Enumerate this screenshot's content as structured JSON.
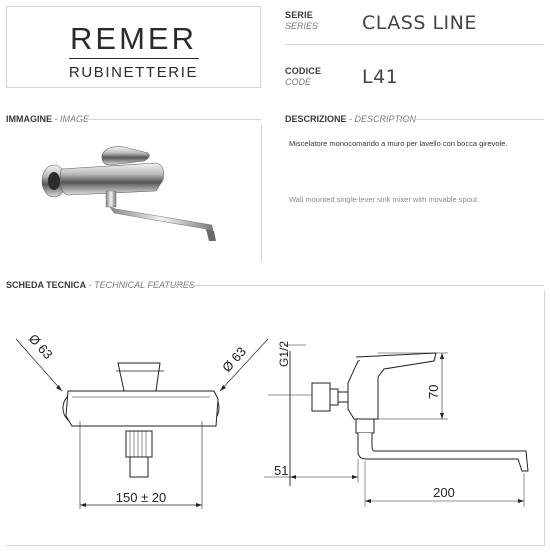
{
  "brand": {
    "name": "REMER",
    "subtitle": "RUBINETTERIE"
  },
  "series": {
    "label": "SERIE",
    "label_en": "SERIES",
    "value": "CLASS LINE"
  },
  "code": {
    "label": "CODICE",
    "label_en": "CODE",
    "value": "L41"
  },
  "image_section": {
    "label": "IMMAGINE",
    "label_en": "IMAGE"
  },
  "description_section": {
    "label": "DESCRIZIONE",
    "label_en": "DESCRIPTION",
    "text_it": "Miscelatore monocomando a muro per lavello con bocca girevole.",
    "text_en": "Wall mounted single-lever sink mixer with movable spout."
  },
  "technical_section": {
    "label": "SCHEDA TECNICA",
    "label_en": "TECHNICAL FEATURES",
    "dims": {
      "left_diameter": "Ø 63",
      "right_diameter": "Ø 63",
      "center_distance": "150 ± 20",
      "thread": "G1/2",
      "height": "70",
      "depth": "51",
      "spout_length": "200"
    }
  },
  "separator": " - "
}
